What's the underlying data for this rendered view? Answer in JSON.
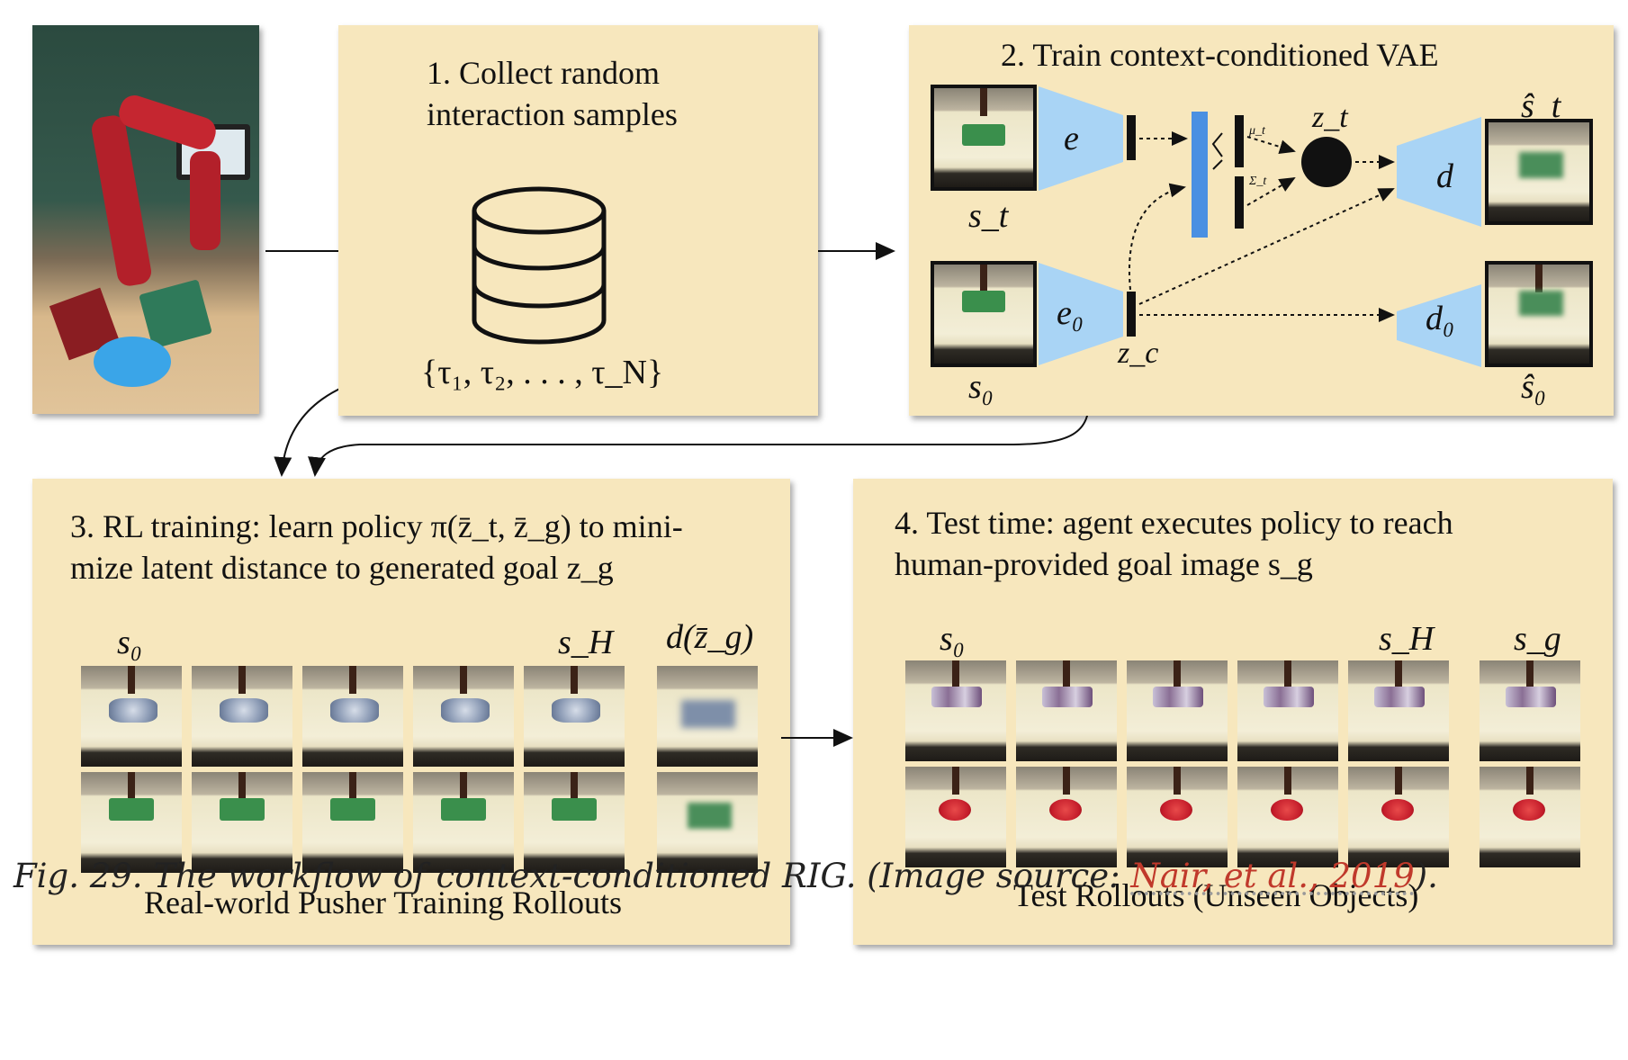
{
  "panel1": {
    "title_line1": "1.   Collect  random",
    "title_line2": "interaction samples",
    "set_label": "{τ₁, τ₂, . . . , τ_N}"
  },
  "panel2": {
    "title": "2. Train context-conditioned VAE",
    "encoder_label": "e",
    "context_encoder_label": "e₀",
    "decoder_label": "d",
    "context_decoder_label": "d₀",
    "st_label": "s_t",
    "s0_label": "s₀",
    "zc_label": "z_c",
    "zt_label": "z_t",
    "mu_label": "μ_t",
    "sigma_label": "Σ_t",
    "st_hat_label": "ŝ_t",
    "s0_hat_label": "ŝ₀"
  },
  "panel3": {
    "title_line1": "3. RL training: learn policy π(z̄_t, z̄_g) to mini-",
    "title_line2": "mize latent distance to generated goal z_g",
    "col_labels": {
      "s0": "s₀",
      "sH": "s_H",
      "dzg": "d(z̄_g)"
    },
    "bottom_label": "Real-world Pusher Training Rollouts"
  },
  "panel4": {
    "title_line1": "4.   Test time:  agent executes policy to reach",
    "title_line2": "human-provided goal image s_g",
    "col_labels": {
      "s0": "s₀",
      "sH": "s_H",
      "sg": "s_g"
    },
    "bottom_label": "Test Rollouts (Unseen Objects)"
  },
  "caption": {
    "prefix": "Fig. 29. The workflow of context-conditioned RIG. (Image source: ",
    "link_text": "Nair, et al., 2019",
    "suffix": ")."
  },
  "colors": {
    "panel_bg": "#f7e7bd",
    "network_blue": "#a9d4f5",
    "latent_bar": "#4a90e2",
    "link": "#c0392b"
  }
}
